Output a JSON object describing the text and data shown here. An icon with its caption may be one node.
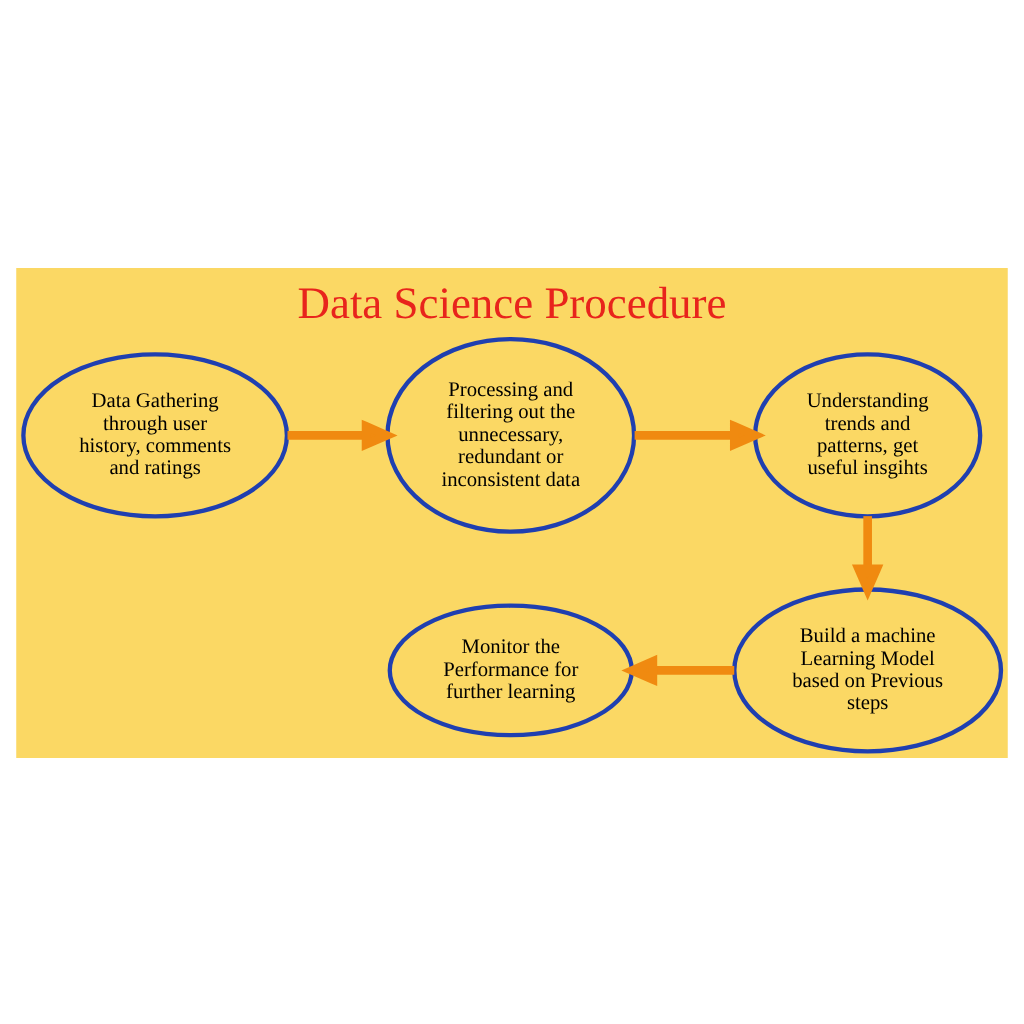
{
  "diagram": {
    "title": "Data Science Procedure",
    "nodes": [
      {
        "text": [
          "Data Gathering through user history, comments and ratings"
        ]
      },
      {
        "text": [
          "Processing and filtering out the unnecessary, redundant or inconsistent data"
        ]
      },
      {
        "text": [
          "Understanding trends and patterns, get useful insgihts"
        ]
      },
      {
        "text": [
          "Build a machine Learning Model based on Previous steps"
        ]
      },
      {
        "text": [
          "Monitor the Performance for further learning"
        ]
      }
    ],
    "edges": [
      {
        "from": 0,
        "to": 1,
        "arrow": "to"
      },
      {
        "from": 1,
        "to": 2,
        "arrow": "to"
      },
      {
        "from": 2,
        "to": 3,
        "arrow": "to"
      },
      {
        "from": 3,
        "to": 4,
        "arrow": "to"
      }
    ]
  }
}
